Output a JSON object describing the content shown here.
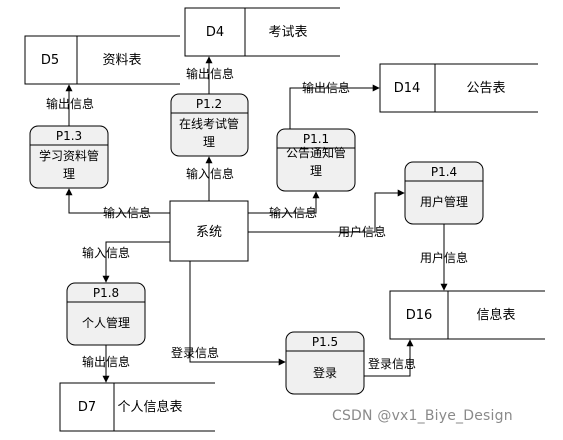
{
  "processes": {
    "p12": {
      "id": "P1.2",
      "lines": [
        "在线考试管",
        "理"
      ]
    },
    "p13": {
      "id": "P1.3",
      "lines": [
        "学习资料管",
        "理"
      ]
    },
    "p11": {
      "id": "P1.1",
      "lines": [
        "公告通知管",
        "理"
      ]
    },
    "p14": {
      "id": "P1.4",
      "lines": [
        "用户管理"
      ]
    },
    "p18": {
      "id": "P1.8",
      "lines": [
        "个人管理"
      ]
    },
    "p15": {
      "id": "P1.5",
      "lines": [
        "登录"
      ]
    }
  },
  "entity": {
    "label": "系统"
  },
  "stores": {
    "d4": {
      "id": "D4",
      "name": "考试表"
    },
    "d5": {
      "id": "D5",
      "name": "资料表"
    },
    "d14": {
      "id": "D14",
      "name": "公告表"
    },
    "d16": {
      "id": "D16",
      "name": "信息表"
    },
    "d7": {
      "id": "D7",
      "name": "个人信息表"
    }
  },
  "flows": {
    "out_d4": "输出信息",
    "out_d5": "输出信息",
    "out_d14": "输出信息",
    "in_p12": "输入信息",
    "in_p13": "输入信息",
    "in_p11": "输入信息",
    "in_p18": "输入信息",
    "user_p14": "用户信息",
    "user_d16": "用户信息",
    "out_d7": "输出信息",
    "login_p15": "登录信息",
    "login_d16": "登录信息"
  },
  "watermark": "CSDN @vx1_Biye_Design"
}
